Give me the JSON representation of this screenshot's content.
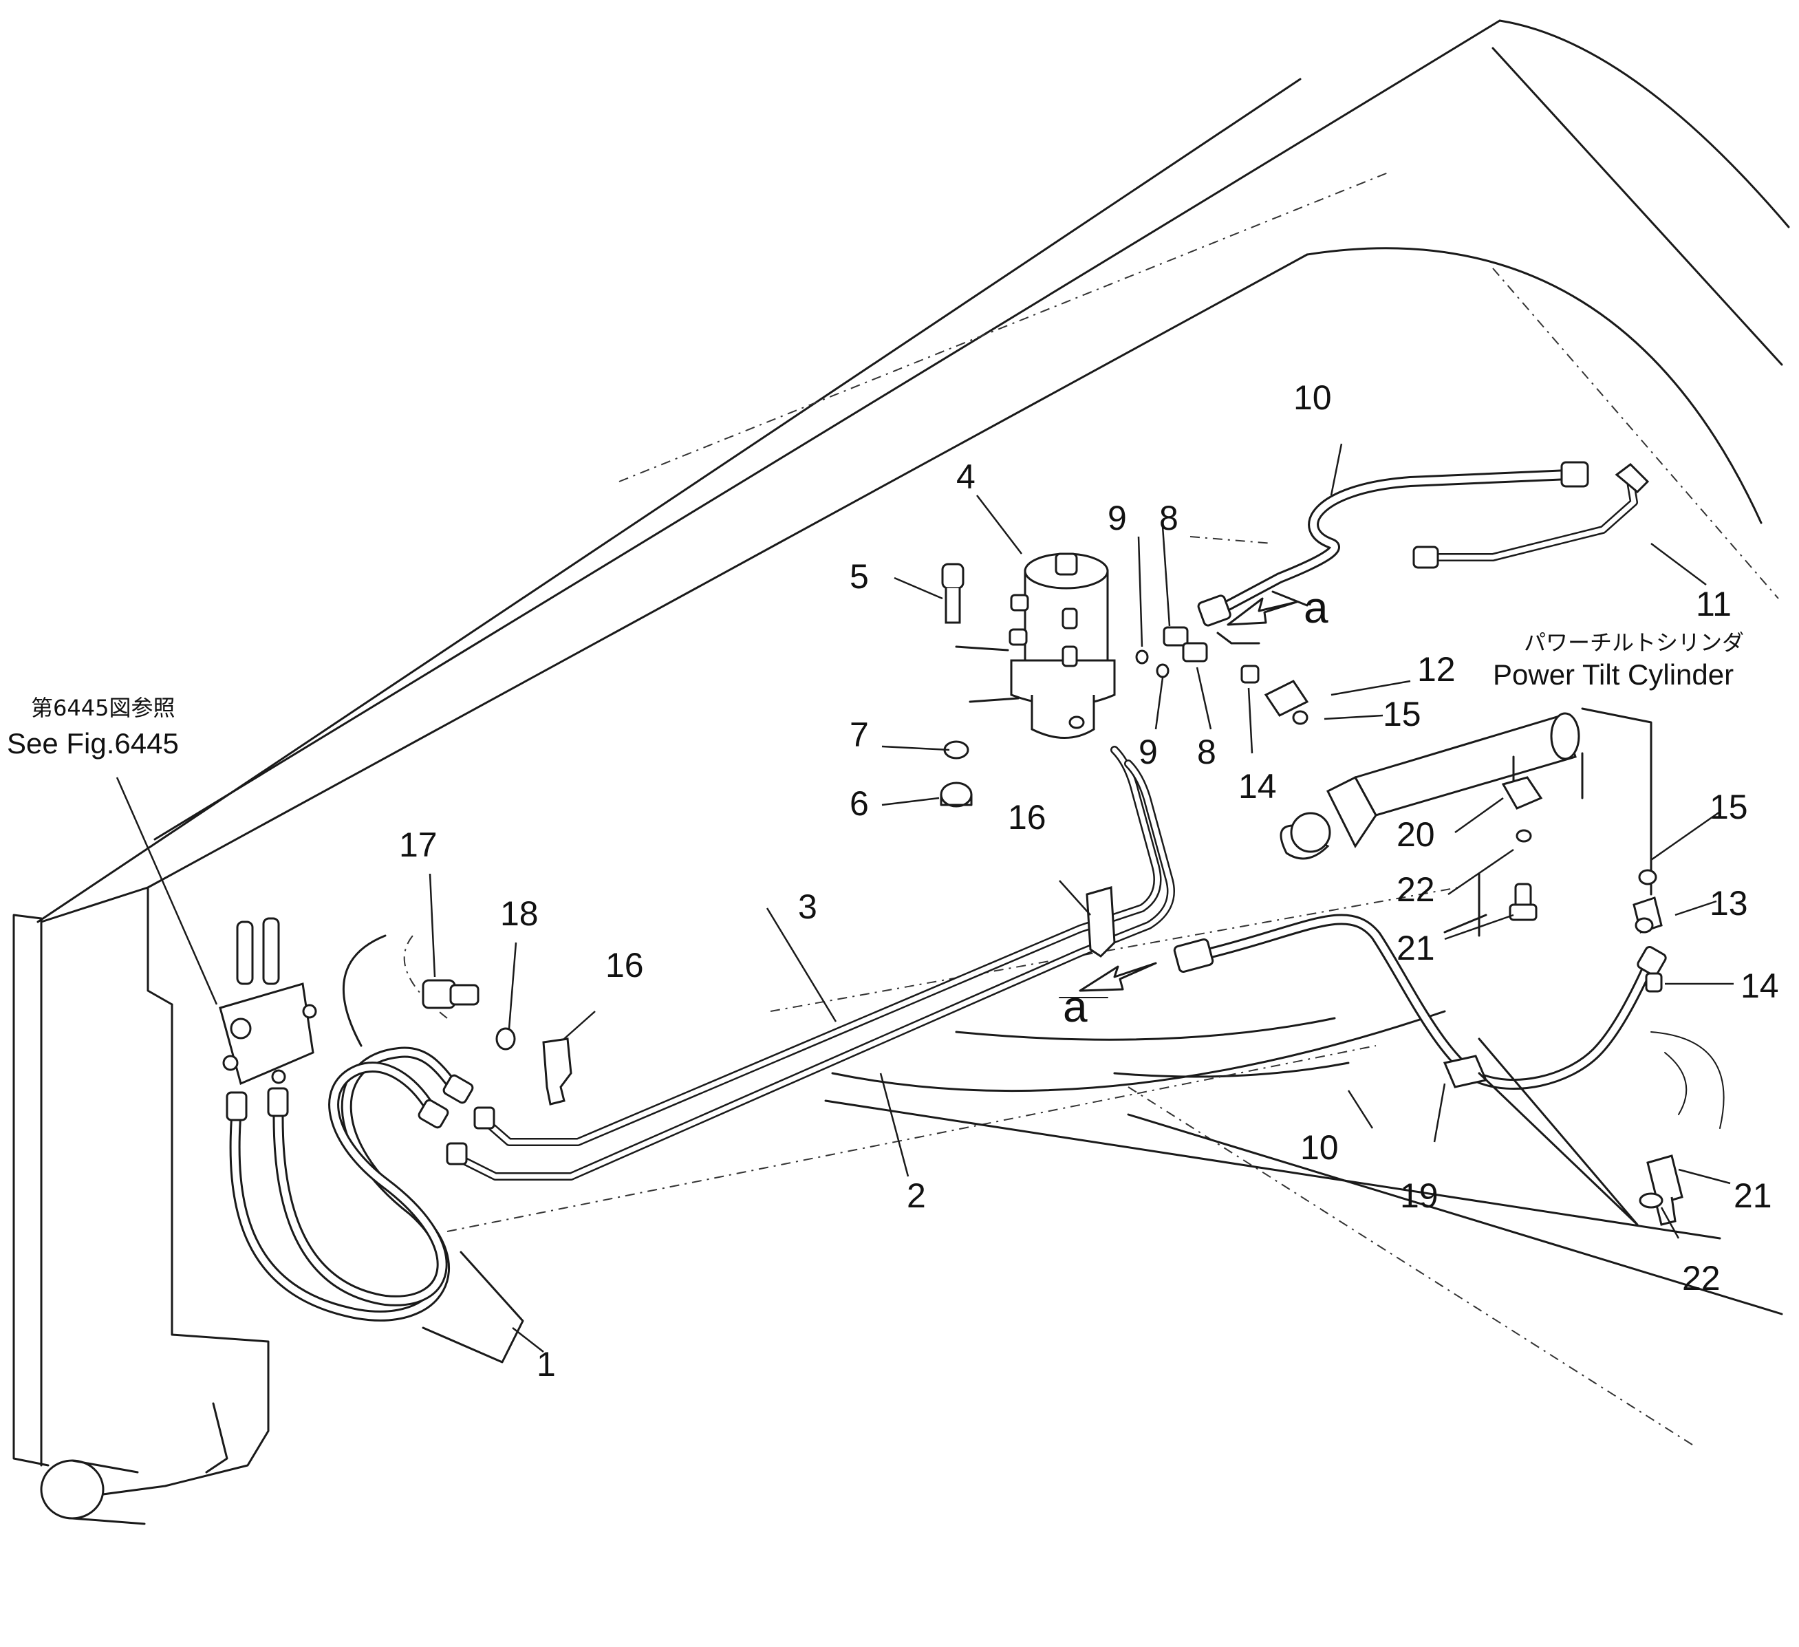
{
  "references": {
    "fig_jp": "第6445図参照",
    "fig_en": "See Fig.6445",
    "cylinder_jp": "パワーチルトシリンダ",
    "cylinder_en": "Power Tilt Cylinder"
  },
  "view_marks": {
    "a1": "a",
    "a2": "a"
  },
  "callouts": [
    "1",
    "2",
    "3",
    "4",
    "5",
    "6",
    "7",
    "8",
    "8",
    "9",
    "9",
    "10",
    "10",
    "11",
    "12",
    "13",
    "14",
    "14",
    "15",
    "15",
    "16",
    "16",
    "17",
    "18",
    "19",
    "20",
    "21",
    "21",
    "22",
    "22"
  ]
}
